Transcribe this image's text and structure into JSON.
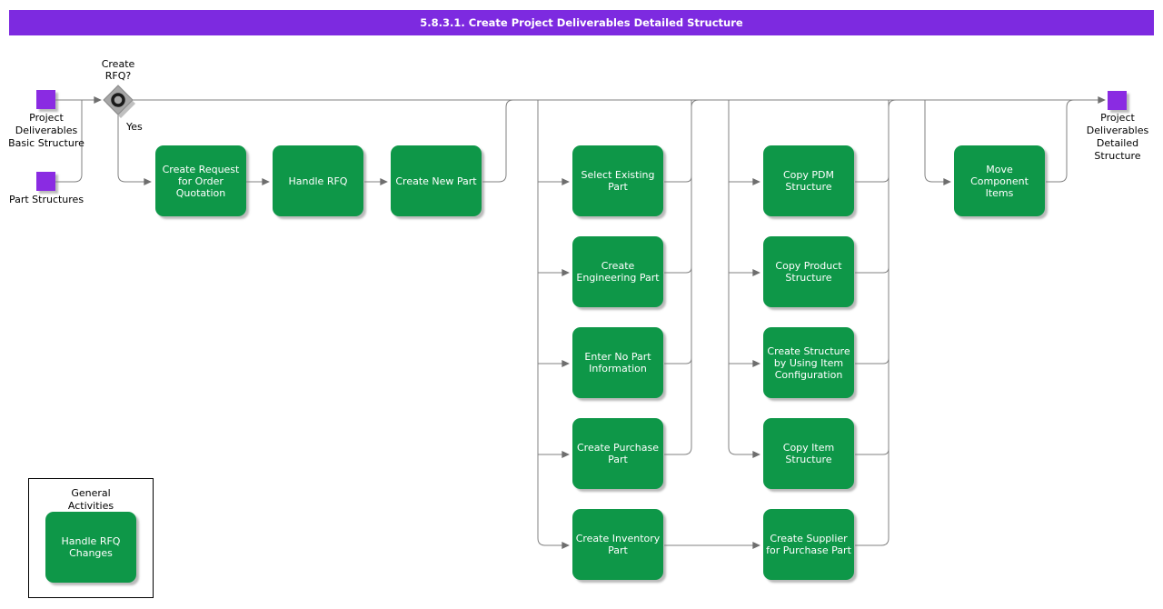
{
  "header": {
    "title": "5.8.3.1. Create Project Deliverables Detailed Structure"
  },
  "events": {
    "start_basic": "Project Deliverables Basic Structure",
    "start_parts": "Part Structures",
    "end_detailed": "Project Deliverables Detailed Structure"
  },
  "gateway": {
    "question": "Create RFQ?",
    "yes": "Yes"
  },
  "tasks": {
    "rfq_row": [
      "Create Request for Order Quotation",
      "Handle RFQ",
      "Create New Part"
    ],
    "part_column": [
      "Select Existing Part",
      "Create Engineering Part",
      "Enter No Part Information",
      "Create Purchase Part",
      "Create Inventory Part"
    ],
    "structure_column": [
      "Copy PDM Structure",
      "Copy Product Structure",
      "Create Structure by Using Item Configuration",
      "Copy Item Structure",
      "Create Supplier for Purchase Part"
    ],
    "final_column": [
      "Move Component Items"
    ]
  },
  "legend": {
    "title": "General Activities",
    "items": [
      "Handle RFQ Changes"
    ]
  },
  "colors": {
    "title_bar": "#7D2AE0",
    "event_square": "#8A2BE2",
    "task_fill": "#0E9748",
    "task_text": "#FFFFFF",
    "connector": "#808080",
    "gateway_fill": "#A6A6A6"
  }
}
